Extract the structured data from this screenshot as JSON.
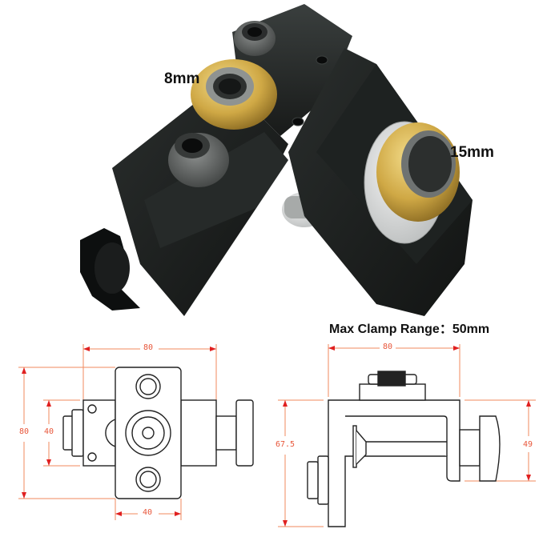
{
  "photo": {
    "subject": "doweling jig with drill bushings",
    "labels": {
      "small_bushing": "8mm",
      "large_bushing": "15mm"
    }
  },
  "spec": {
    "max_clamp_range": "Max Clamp Range：50mm"
  },
  "drawings": {
    "front_view": {
      "top_width": "80",
      "left_height": "80",
      "inner_height": "40",
      "bottom_width": "40"
    },
    "side_view": {
      "top_width": "80",
      "left_height": "67.5",
      "right_height": "49"
    }
  },
  "colors": {
    "dimension_line": "#f08a5d",
    "dimension_arrow": "#e02020",
    "jig_body": "#1c1f1e",
    "brass": "#c9a440",
    "outline": "#222222"
  }
}
